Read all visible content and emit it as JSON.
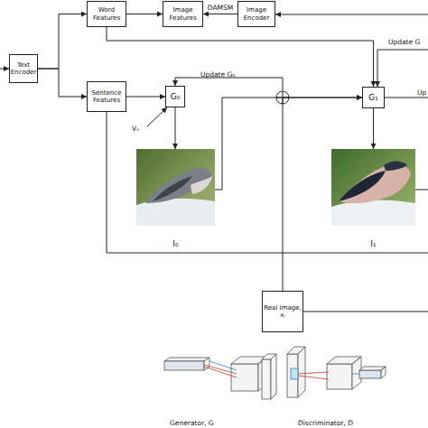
{
  "diagram": {
    "nodes": [
      {
        "text": [
          "Text Encoder"
        ]
      },
      {
        "text": [
          "Word Features"
        ]
      },
      {
        "text": [
          "Image Features"
        ]
      },
      {
        "text": [
          "Image Encoder"
        ]
      },
      {
        "text": [
          "Sentence Features"
        ]
      },
      {
        "text": [
          "G₀"
        ]
      },
      {
        "text": [
          "I₀"
        ]
      },
      {
        "text": [
          "G₁"
        ]
      },
      {
        "text": [
          "I₁"
        ]
      },
      {
        "text": [
          "Real Image, xᵢ"
        ]
      }
    ],
    "edges": [
      {
        "from": 0,
        "to": 1,
        "arrow": "to"
      },
      {
        "from": 0,
        "to": 4,
        "arrow": "to"
      },
      {
        "from": 1,
        "to": 2,
        "arrow": "to"
      },
      {
        "from": 3,
        "to": 2,
        "label": "DAMSM",
        "arrow": "to"
      },
      {
        "from": 1,
        "to": 7,
        "arrow": "to"
      },
      {
        "from": 4,
        "to": 5,
        "arrow": "to"
      },
      {
        "from": 5,
        "to": 6,
        "arrow": "to"
      },
      {
        "from": 6,
        "to": 7,
        "arrow": "to"
      },
      {
        "from": 9,
        "to": 7,
        "arrow": "to"
      },
      {
        "from": 7,
        "to": 8,
        "arrow": "to"
      }
    ],
    "labels": [
      "Update G₀",
      "Update G",
      "Up",
      "Vₙ",
      "Generator, G",
      "Discriminator, D"
    ]
  }
}
